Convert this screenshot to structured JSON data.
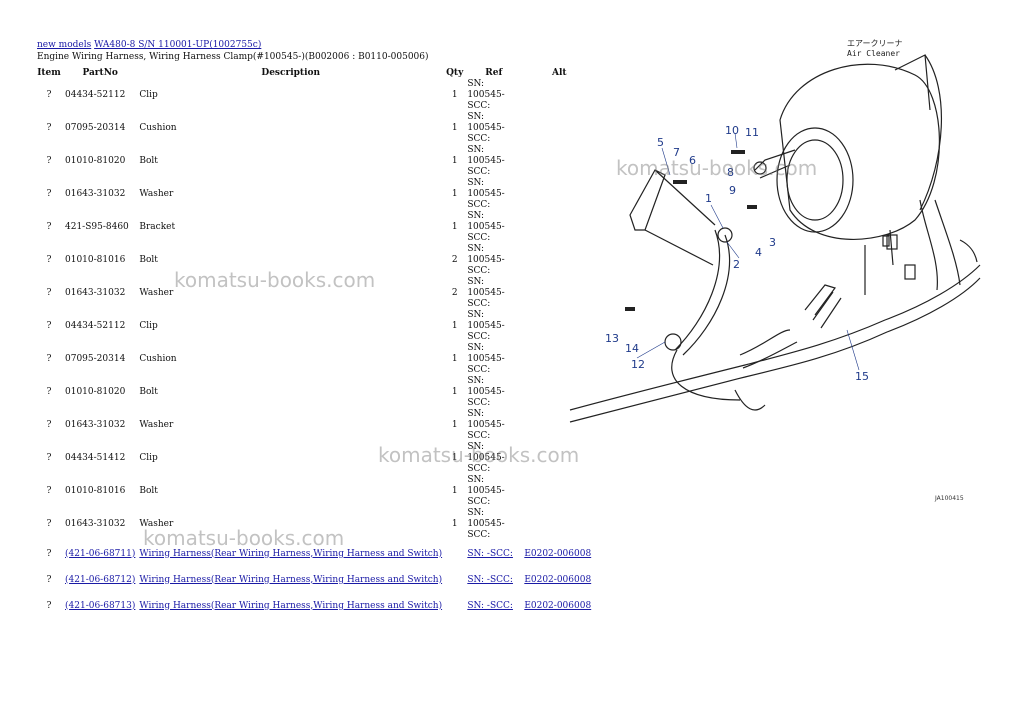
{
  "breadcrumb": {
    "link1": "new models",
    "link2": "WA480-8 S/N 110001-UP(1002755c)"
  },
  "page_title": "Engine Wiring Harness, Wiring Harness Clamp(#100545-)(B002006 : B0110-005006)",
  "table": {
    "headers": [
      "Item",
      "PartNo",
      "Description",
      "Qty",
      "Ref",
      "Alt"
    ],
    "rows": [
      {
        "item": "?",
        "part": "04434-52112",
        "desc": "Clip",
        "qty": "1",
        "ref": "SN: 100545-SCC:",
        "alt": ""
      },
      {
        "item": "?",
        "part": "07095-20314",
        "desc": "Cushion",
        "qty": "1",
        "ref": "SN: 100545-SCC:",
        "alt": ""
      },
      {
        "item": "?",
        "part": "01010-81020",
        "desc": "Bolt",
        "qty": "1",
        "ref": "SN: 100545-SCC:",
        "alt": ""
      },
      {
        "item": "?",
        "part": "01643-31032",
        "desc": "Washer",
        "qty": "1",
        "ref": "SN: 100545-SCC:",
        "alt": ""
      },
      {
        "item": "?",
        "part": "421-S95-8460",
        "desc": "Bracket",
        "qty": "1",
        "ref": "SN: 100545-SCC:",
        "alt": ""
      },
      {
        "item": "?",
        "part": "01010-81016",
        "desc": "Bolt",
        "qty": "2",
        "ref": "SN: 100545-SCC:",
        "alt": ""
      },
      {
        "item": "?",
        "part": "01643-31032",
        "desc": "Washer",
        "qty": "2",
        "ref": "SN: 100545-SCC:",
        "alt": ""
      },
      {
        "item": "?",
        "part": "04434-52112",
        "desc": "Clip",
        "qty": "1",
        "ref": "SN: 100545-SCC:",
        "alt": ""
      },
      {
        "item": "?",
        "part": "07095-20314",
        "desc": "Cushion",
        "qty": "1",
        "ref": "SN: 100545-SCC:",
        "alt": ""
      },
      {
        "item": "?",
        "part": "01010-81020",
        "desc": "Bolt",
        "qty": "1",
        "ref": "SN: 100545-SCC:",
        "alt": ""
      },
      {
        "item": "?",
        "part": "01643-31032",
        "desc": "Washer",
        "qty": "1",
        "ref": "SN: 100545-SCC:",
        "alt": ""
      },
      {
        "item": "?",
        "part": "04434-51412",
        "desc": "Clip",
        "qty": "1",
        "ref": "SN: 100545-SCC:",
        "alt": ""
      },
      {
        "item": "?",
        "part": "01010-81016",
        "desc": "Bolt",
        "qty": "1",
        "ref": "SN: 100545-SCC:",
        "alt": ""
      },
      {
        "item": "?",
        "part": "01643-31032",
        "desc": "Washer",
        "qty": "1",
        "ref": "SN: 100545-SCC:",
        "alt": ""
      },
      {
        "item": "?",
        "part": "(421-06-68711)",
        "desc": "Wiring Harness(Rear Wiring Harness,Wiring Harness and Switch)",
        "qty": "",
        "ref": "SN: -SCC:",
        "alt": "E0202-006008",
        "link": true
      },
      {
        "item": "?",
        "part": "(421-06-68712)",
        "desc": "Wiring Harness(Rear Wiring Harness,Wiring Harness and Switch)",
        "qty": "",
        "ref": "SN: -SCC:",
        "alt": "E0202-006008",
        "link": true
      },
      {
        "item": "?",
        "part": "(421-06-68713)",
        "desc": "Wiring Harness(Rear Wiring Harness,Wiring Harness and Switch)",
        "qty": "",
        "ref": "SN: -SCC:",
        "alt": "E0202-006008",
        "link": true
      }
    ]
  },
  "diagram": {
    "title_jp": "エアークリーナ",
    "title_en": "Air Cleaner",
    "drawing_code": "JA100415",
    "callouts": [
      "1",
      "2",
      "3",
      "4",
      "5",
      "6",
      "7",
      "8",
      "9",
      "10",
      "11",
      "12",
      "13",
      "14",
      "15"
    ],
    "callout_color": "#1f3a8a"
  },
  "watermark": "komatsu-books.com"
}
